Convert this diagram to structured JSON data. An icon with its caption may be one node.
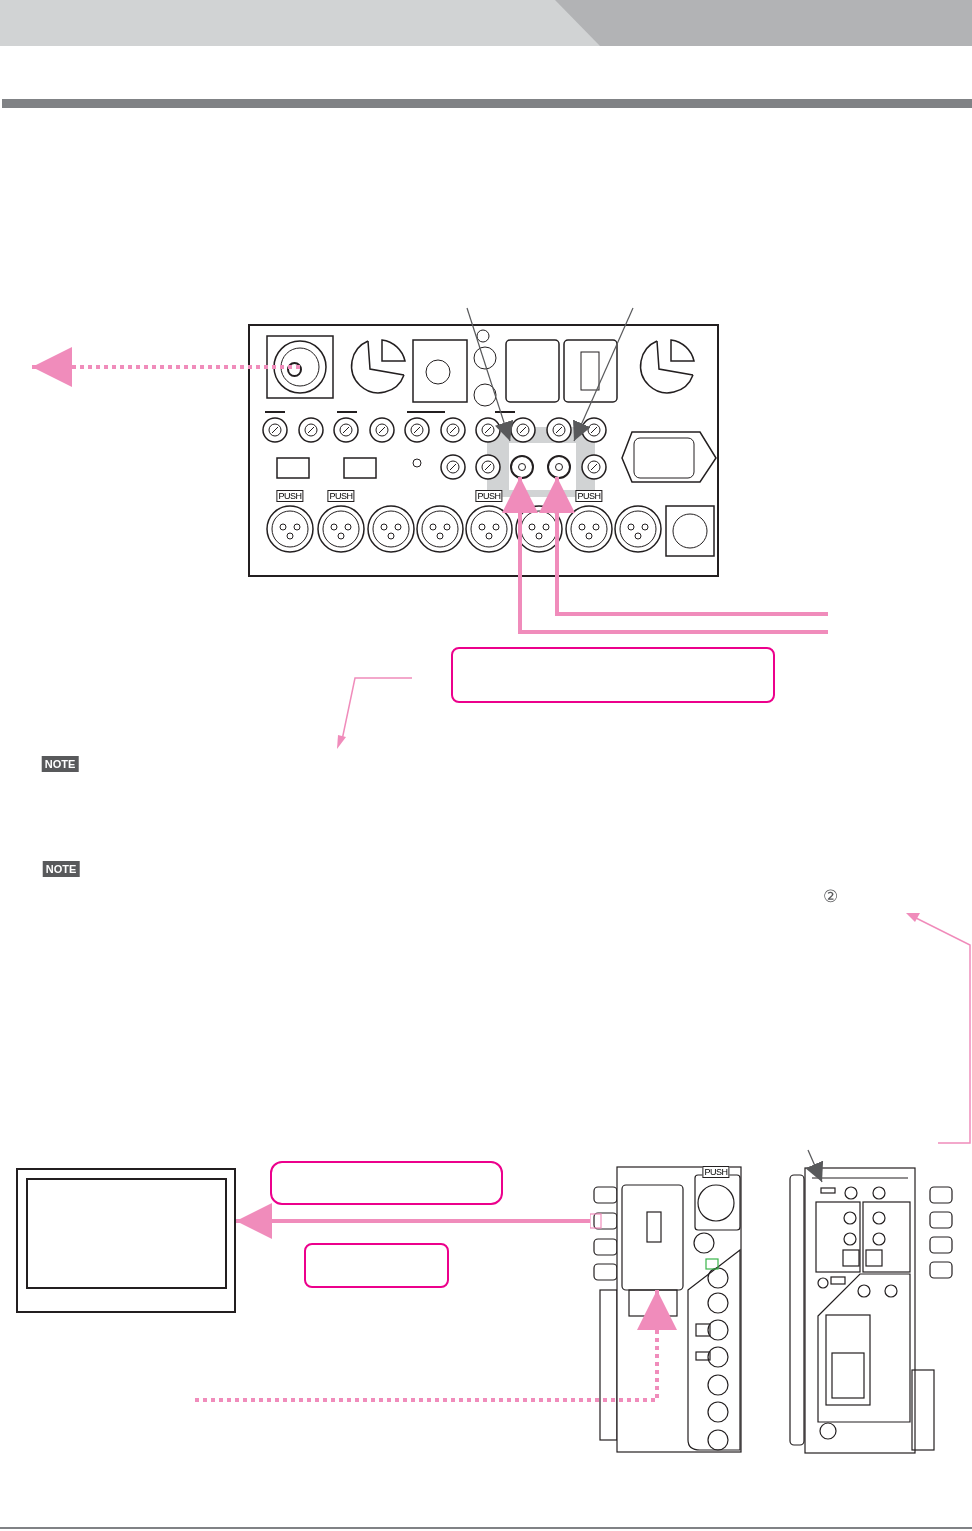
{
  "diagram": {
    "nodes": [
      {
        "text": [],
        "shape": "box"
      },
      {
        "text": [],
        "shape": "box",
        "in": 0
      },
      {
        "text": [],
        "shape": "circle",
        "in": 1
      },
      {
        "text": [],
        "shape": "circle",
        "in": 1
      },
      {
        "text": [],
        "shape": "circle",
        "in": 0
      },
      {
        "text": [],
        "shape": "box"
      },
      {
        "text": [],
        "shape": "box"
      },
      {
        "text": [],
        "shape": "box"
      },
      {
        "text": [],
        "shape": "box"
      },
      {
        "text": [],
        "shape": "picture"
      },
      {
        "text": [],
        "shape": "picture"
      }
    ],
    "edges": [
      {
        "from": 4,
        "to": null,
        "arrow": "to",
        "style": "dashed"
      },
      {
        "from": null,
        "to": 1,
        "arrow": "to",
        "color": "#58595b"
      },
      {
        "from": null,
        "to": 1,
        "arrow": "to",
        "color": "#58595b"
      },
      {
        "from": null,
        "to": 2,
        "arrow": "to"
      },
      {
        "from": null,
        "to": 3,
        "arrow": "to"
      },
      {
        "from": 9,
        "to": 8,
        "arrow": "to"
      },
      {
        "from": null,
        "to": 9,
        "arrow": "to",
        "style": "dashed"
      },
      {
        "from": null,
        "to": 10,
        "arrow": "to",
        "color": "#58595b"
      }
    ],
    "labels": [
      "PUSH",
      "PUSH",
      "PUSH",
      "PUSH",
      "NOTE",
      "NOTE",
      "②",
      "PUSH"
    ]
  }
}
